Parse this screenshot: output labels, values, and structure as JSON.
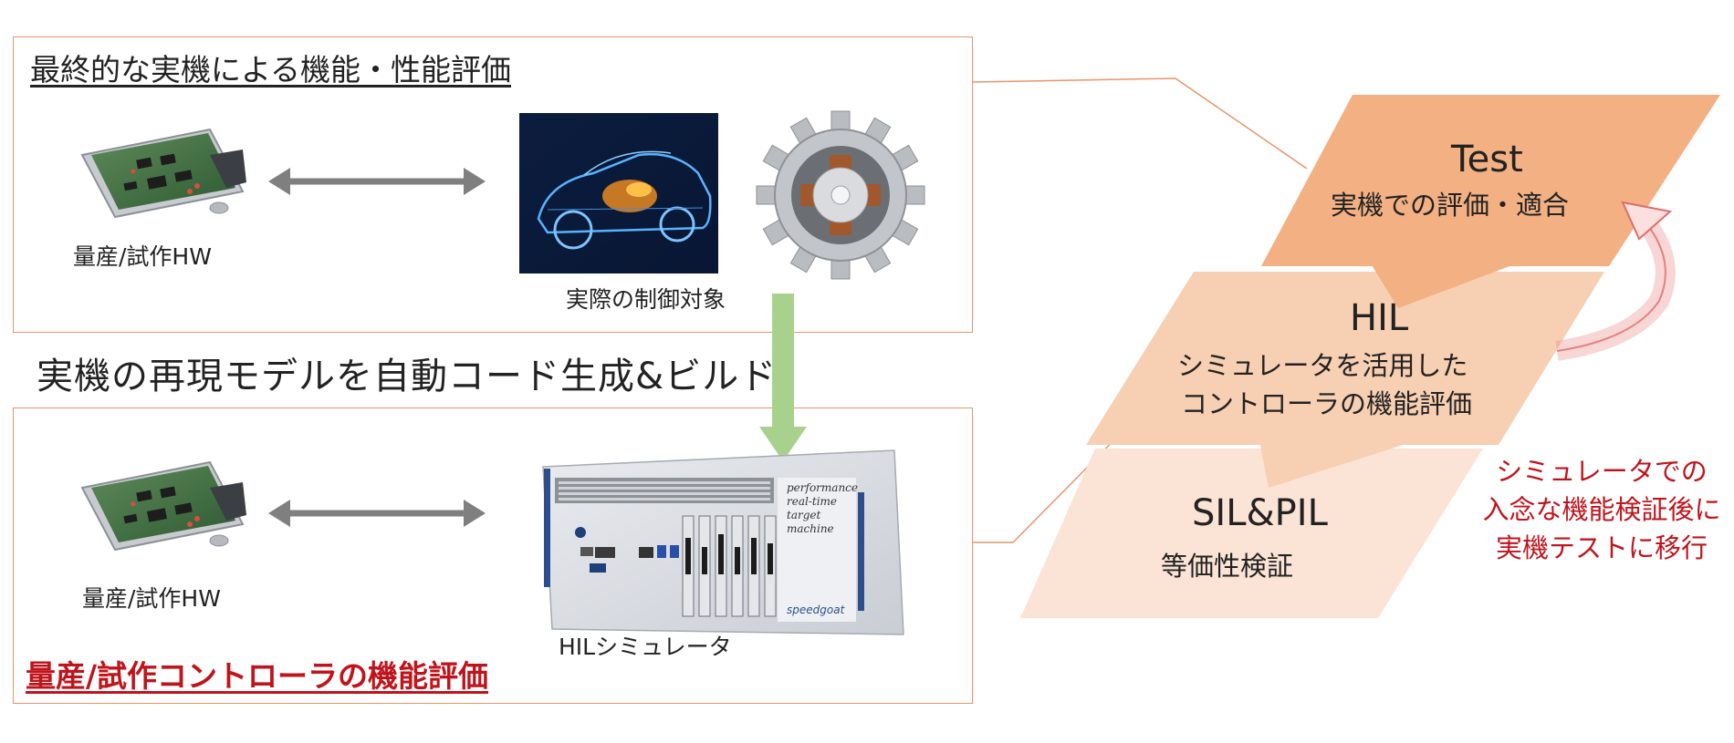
{
  "top_panel": {
    "heading": "最終的な実機による機能・性能評価",
    "ecu_caption": "量産/試作HW",
    "plant_caption": "実際の制御対象"
  },
  "middle": {
    "arrow_label": "実機の再現モデルを自動コード生成&ビルド"
  },
  "bottom_panel": {
    "heading": "量産/試作コントローラの機能評価",
    "ecu_caption": "量産/試作HW",
    "hil_caption": "HILシミュレータ",
    "device_text": [
      "performance",
      "real-time",
      "target",
      "machine"
    ],
    "device_brand": "speedgoat"
  },
  "pyramid": {
    "test": {
      "title": "Test",
      "desc": "実機での評価・適合",
      "color": "#f2b083"
    },
    "hil": {
      "title": "HIL",
      "desc_lines": [
        "シミュレータを活用した",
        "コントローラの機能評価"
      ],
      "color": "#f7cfb2"
    },
    "sil": {
      "title": "SIL&PIL",
      "desc": "等価性検証",
      "color": "#fbe4d5"
    }
  },
  "note": {
    "lines": [
      "シミュレータでの",
      "入念な機能検証後に",
      "実機テストに移行"
    ],
    "color": "#c0141c"
  },
  "colors": {
    "panel_border": "#e8956a",
    "green_arrow": "#a9d18e",
    "grey_arrow": "#7f7f7f"
  }
}
